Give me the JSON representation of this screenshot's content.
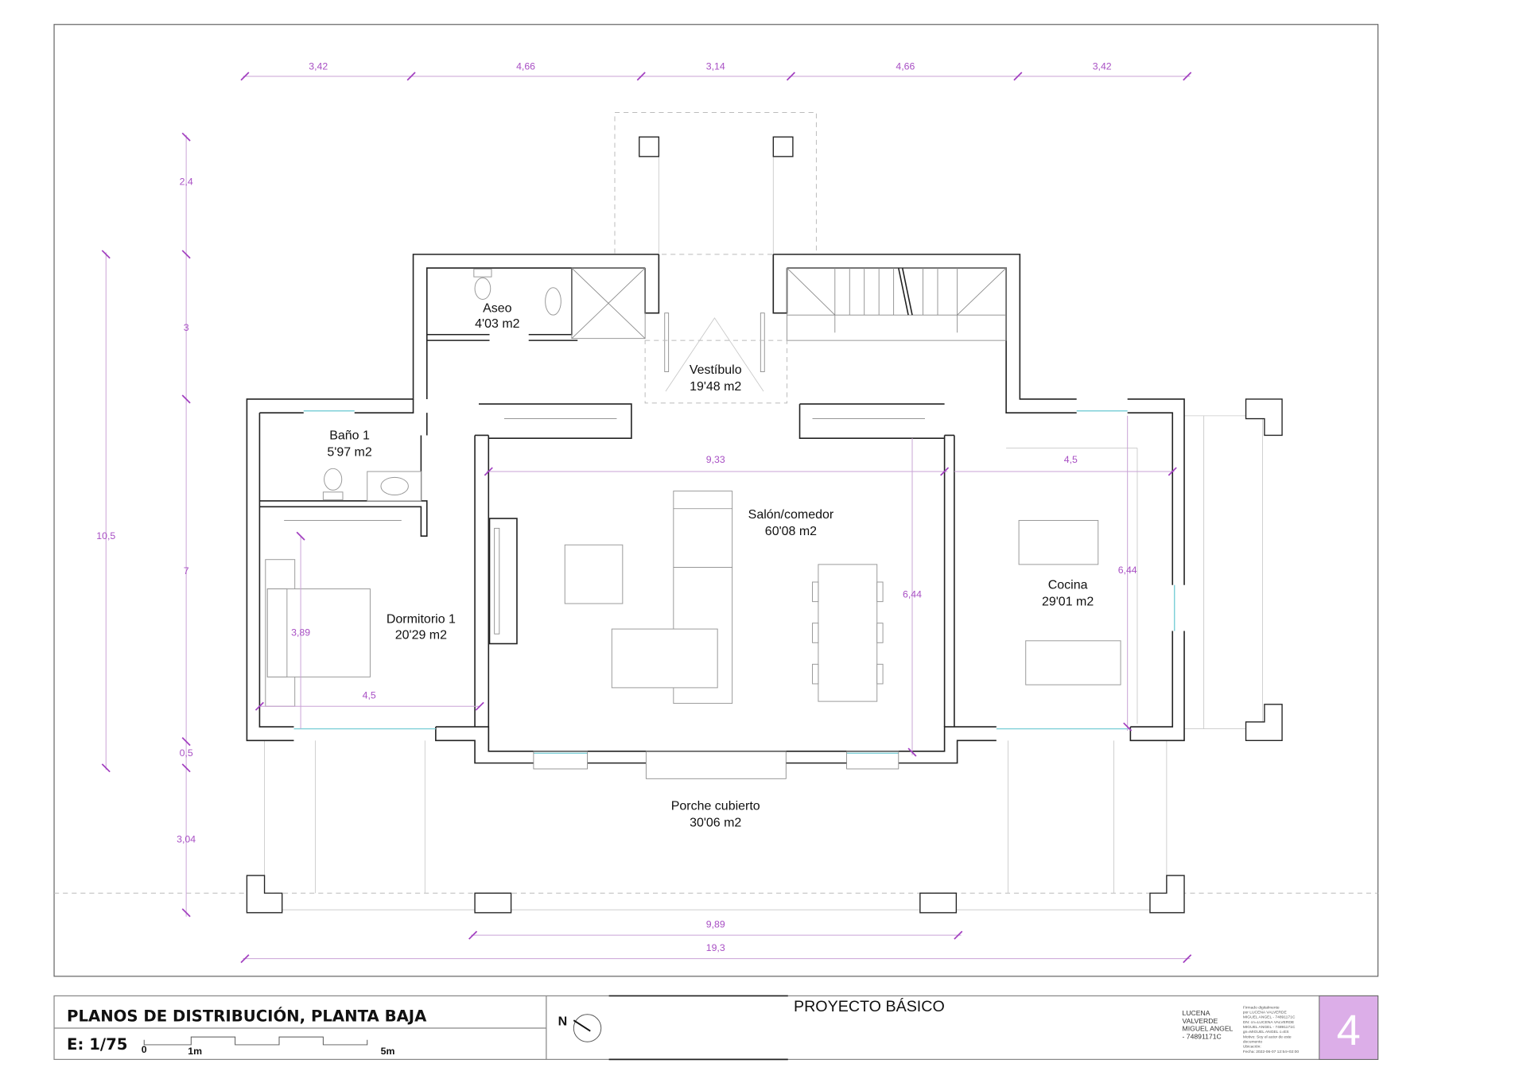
{
  "plan": {
    "rooms": {
      "aseo": {
        "name": "Aseo",
        "area": "4'03 m2"
      },
      "vestibulo": {
        "name": "Vestíbulo",
        "area": "19'48 m2"
      },
      "bano1": {
        "name": "Baño 1",
        "area": "5'97 m2"
      },
      "salon": {
        "name": "Salón/comedor",
        "area": "60'08 m2"
      },
      "cocina": {
        "name": "Cocina",
        "area": "29'01 m2"
      },
      "dormitorio1": {
        "name": "Dormitorio 1",
        "area": "20'29 m2"
      },
      "porche": {
        "name": "Porche cubierto",
        "area": "30'06 m2"
      }
    },
    "dimensions": {
      "top": [
        "3,42",
        "4,66",
        "3,14",
        "4,66",
        "3,42"
      ],
      "left": [
        "2,4",
        "3",
        "7",
        "0,5",
        "3,04"
      ],
      "left_total": "10,5",
      "bottom_inner": "9,89",
      "bottom_total": "19,3",
      "salon_width": "9,33",
      "salon_depth": "6,44",
      "cocina_width": "4,5",
      "cocina_depth": "6,44",
      "dorm_width": "4,5",
      "dorm_depth": "3,89"
    },
    "colors": {
      "dimension": "#a84fc4",
      "sheet_badge": "#dcaee8",
      "glazing": "#7fd0d8"
    }
  },
  "title_block": {
    "title": "PLANOS DE DISTRIBUCIÓN, PLANTA BAJA",
    "scale": "E: 1/75",
    "scale_bar": {
      "start": "0",
      "mid": "1m",
      "end": "5m"
    },
    "north": "N",
    "project": "PROYECTO BÁSICO",
    "signer": [
      "LUCENA",
      "VALVERDE",
      "MIGUEL ANGEL",
      "- 74891171C"
    ],
    "signature_note": [
      "Firmado digitalmente",
      "por LUCENA VALVERDE",
      "MIGUEL ANGEL - 74891171C",
      "DN: cn=LUCENA VALVERDE",
      "MIGUEL ANGEL - 74891171C",
      "gn=MIGUEL ANGEL c=ES",
      "Motivo: Soy el autor de este",
      "documento",
      "Ubicación:",
      "Fecha: 2022-06-07 12:54+02:00"
    ],
    "sheet_number": "4"
  }
}
